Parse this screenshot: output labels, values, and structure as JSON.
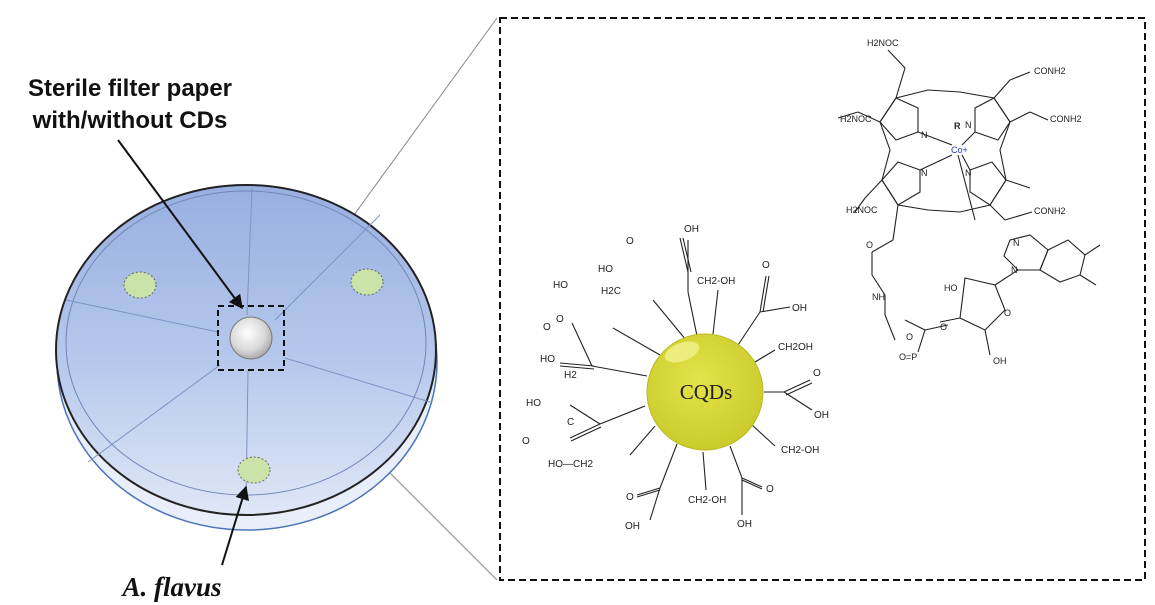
{
  "labels": {
    "filter_paper_line1": "Sterile filter paper",
    "filter_paper_line2": "with/without CDs",
    "organism": "A.  flavus",
    "quantum_dot": "CQDs"
  },
  "cqd_groups": {
    "oh": "OH",
    "ho": "HO",
    "o": "O",
    "c": "C",
    "ch2_oh": "CH2-OH",
    "ho_ch2": "HO—CH2",
    "h2c": "H2C",
    "ho_h2c": "HO",
    "h2": "H2",
    "ch2oh": "CH2OH"
  },
  "b12_groups": {
    "h2noc": "H2NOC",
    "conh2": "CONH2",
    "n": "N",
    "r": "R",
    "co": "Co+",
    "nh": "NH",
    "o": "O",
    "ho": "HO",
    "oh": "OH",
    "opo": "O=P"
  },
  "colors": {
    "dish_fill": "#a9bfe6",
    "cqd_fill": "#d4d437",
    "colony_fill": "#c9e3a8",
    "cobalt": "#2233cc"
  }
}
